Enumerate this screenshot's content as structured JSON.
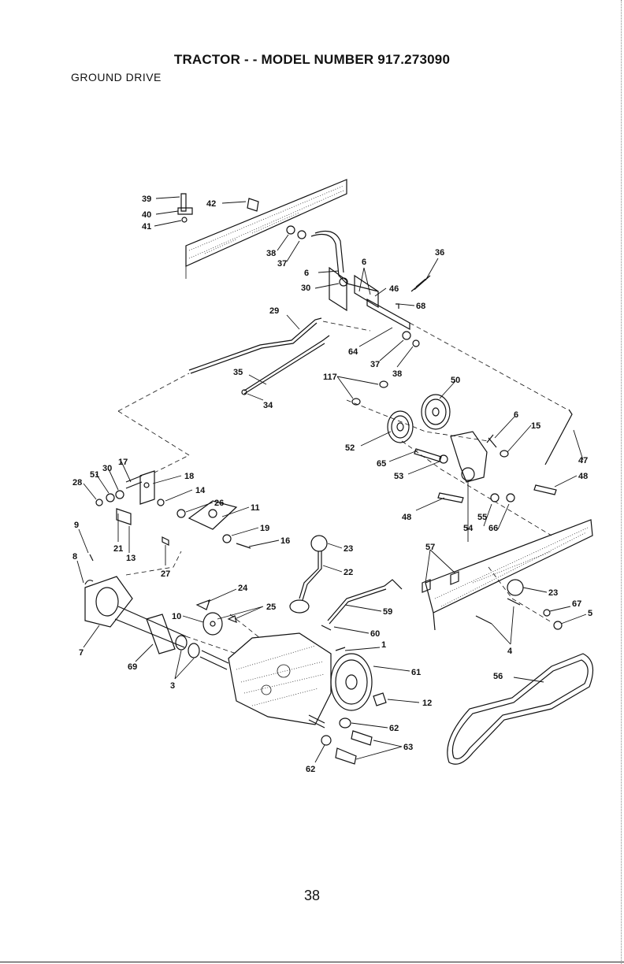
{
  "header": {
    "title": "TRACTOR - - MODEL NUMBER 917.273090",
    "section": "GROUND DRIVE"
  },
  "footer": {
    "page_number": "38"
  },
  "diagram": {
    "labels": {
      "l39": "39",
      "l40": "40",
      "l41": "41",
      "l42": "42",
      "l38a": "38",
      "l37a": "37",
      "l6a": "6",
      "l30a": "30",
      "l6b": "6",
      "l36": "36",
      "l46": "46",
      "l68": "68",
      "l29": "29",
      "l64": "64",
      "l37b": "37",
      "l38b": "38",
      "l35": "35",
      "l34": "34",
      "l117": "117",
      "l50": "50",
      "l6c": "6",
      "l15": "15",
      "l52": "52",
      "l65": "65",
      "l53": "53",
      "l47": "47",
      "l48a": "48",
      "l48b": "48",
      "l55": "55",
      "l54": "54",
      "l66": "66",
      "l17": "17",
      "l30b": "30",
      "l51": "51",
      "l28": "28",
      "l18": "18",
      "l14": "14",
      "l26": "26",
      "l11": "11",
      "l19": "19",
      "l16": "16",
      "l9": "9",
      "l21": "21",
      "l13": "13",
      "l27": "27",
      "l8": "8",
      "l23a": "23",
      "l22": "22",
      "l57": "57",
      "l24": "24",
      "l25": "25",
      "l10": "10",
      "l59": "59",
      "l23b": "23",
      "l67": "67",
      "l5": "5",
      "l60": "60",
      "l1": "1",
      "l4": "4",
      "l7": "7",
      "l69": "69",
      "l3": "3",
      "l61": "61",
      "l56": "56",
      "l12": "12",
      "l62a": "62",
      "l63": "63",
      "l62b": "62"
    }
  }
}
